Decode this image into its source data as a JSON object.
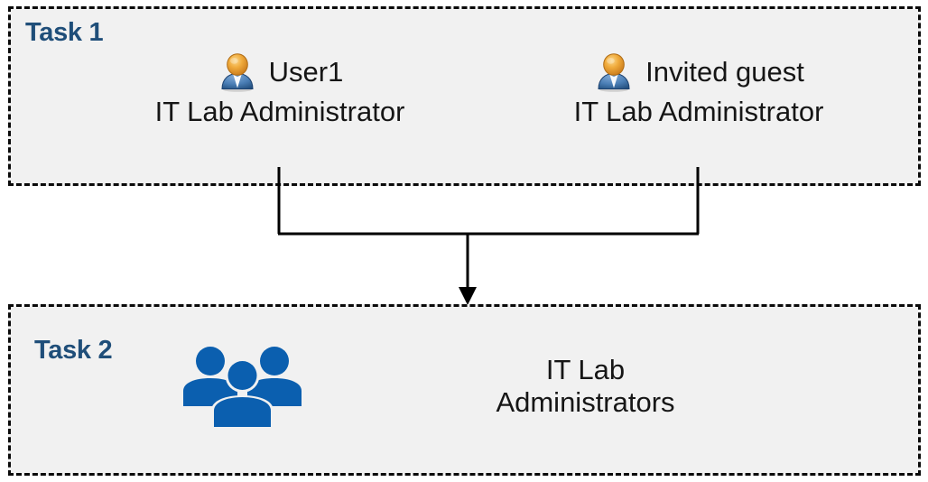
{
  "diagram": {
    "title_hidden": "",
    "accent_color": "#1F4E79",
    "group_icon_color": "#0B5FAF",
    "box_fill": "#F1F1F1",
    "border_color": "#0A0A0A",
    "connector_color": "#000000"
  },
  "task1": {
    "label": "Task 1",
    "people": [
      {
        "icon": "single-user-icon",
        "name": "User1",
        "role": "IT Lab Administrator"
      },
      {
        "icon": "single-user-icon",
        "name": "Invited guest",
        "role": "IT Lab Administrator"
      }
    ]
  },
  "task2": {
    "label": "Task 2",
    "group": {
      "icon": "user-group-icon",
      "name": "IT Lab\nAdministrators"
    }
  },
  "connector": {
    "type": "merge-arrow",
    "direction": "down",
    "from": [
      "User1",
      "Invited guest"
    ],
    "to": "IT Lab Administrators"
  }
}
